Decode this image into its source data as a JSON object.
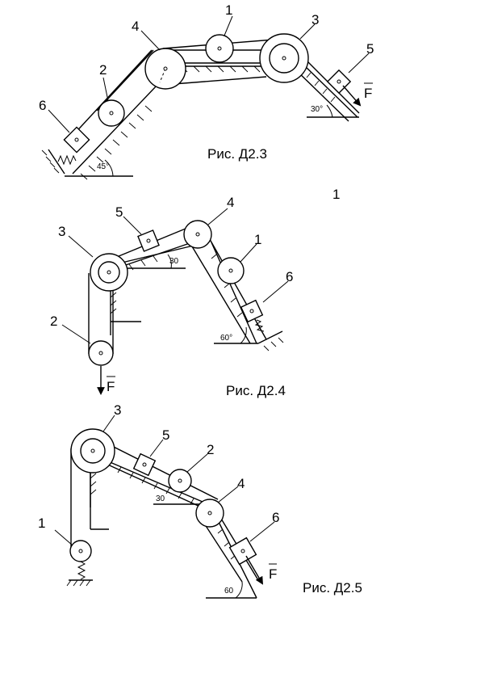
{
  "figures": [
    {
      "caption": "Рис. Д2.3",
      "labels": {
        "n1": "1",
        "n2": "2",
        "n3": "3",
        "n4": "4",
        "n5": "5",
        "n6": "6"
      },
      "angles": {
        "left": "45°",
        "right": "30°"
      },
      "force": "F"
    },
    {
      "caption": "Рис. Д2.4",
      "labels": {
        "n1": "1",
        "n2": "2",
        "n3": "3",
        "n4": "4",
        "n5": "5",
        "n6": "6"
      },
      "angles": {
        "left": "30",
        "right": "60°"
      },
      "force": "F"
    },
    {
      "caption": "Рис. Д2.5",
      "labels": {
        "n1": "1",
        "n2": "2",
        "n3": "3",
        "n4": "4",
        "n5": "5",
        "n6": "6"
      },
      "angles": {
        "left": "30",
        "right": "60"
      },
      "force": "F"
    }
  ],
  "stray_text": "1"
}
